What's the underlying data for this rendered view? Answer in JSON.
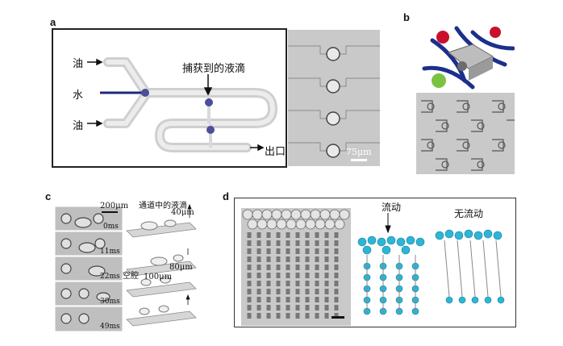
{
  "panel_a": {
    "label": "a",
    "oil_top": "油",
    "water": "水",
    "oil_bottom": "油",
    "trapped_droplet": "捕获到的液滴",
    "outlet": "出口",
    "scale_bar": "75μm"
  },
  "panel_b": {
    "label": "b"
  },
  "panel_c": {
    "label": "c",
    "scale_bar": "200μm",
    "droplet_in_channel": "通道中的液滴",
    "cavity": "空腔",
    "dim_40": "40μm",
    "dim_80": "80μm",
    "dim_100": "100μm",
    "times": [
      "0ms",
      "11ms",
      "22ms",
      "30ms",
      "49ms"
    ]
  },
  "panel_d": {
    "label": "d",
    "flow": "流动",
    "no_flow": "无流动"
  },
  "colors": {
    "channel": "#d9d9d9",
    "water_line": "#1f2a7a",
    "droplet": "#4b4f9a",
    "bead": "#2bb6d8",
    "micrograph": "#c8c8c8"
  }
}
